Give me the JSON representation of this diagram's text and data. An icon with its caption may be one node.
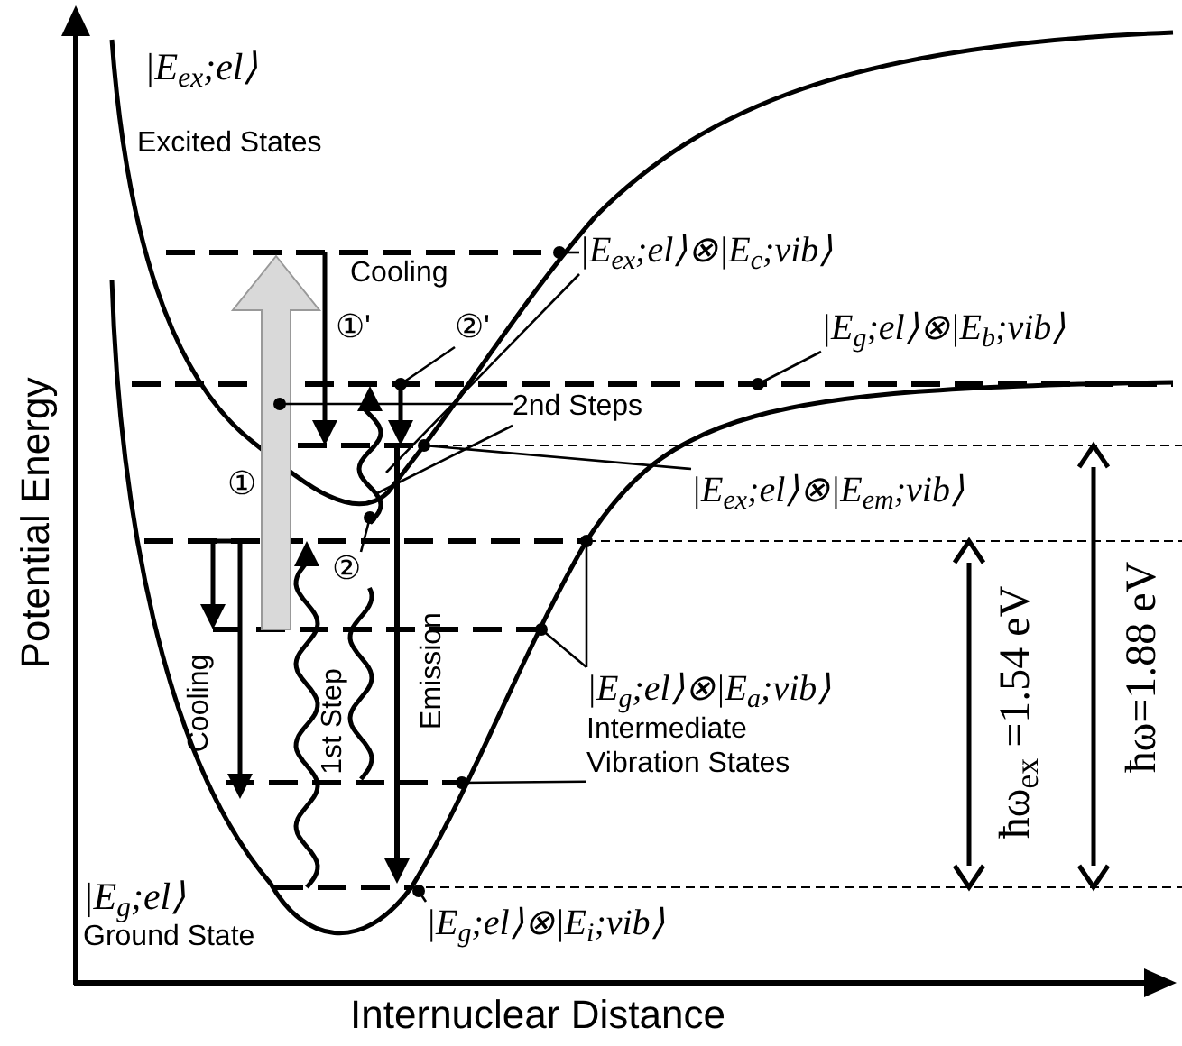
{
  "diagram": {
    "nodes": [
      {
        "text": [
          "|E$_{ex}$;el⟩⊗|E$_{c}$;vib⟩"
        ]
      },
      {
        "text": [
          "|E$_{g}$;el⟩⊗|E$_{b}$;vib⟩"
        ]
      },
      {
        "text": [
          "2nd Steps"
        ]
      },
      {
        "text": [
          "②'"
        ]
      },
      {
        "text": [
          "|E$_{ex}$;el⟩⊗|E$_{em}$;vib⟩"
        ]
      },
      {
        "text": [
          "②"
        ]
      },
      {
        "text": [
          "|E$_{g}$;el⟩⊗|E$_{a}$;vib⟩",
          "Intermediate Vibration States"
        ]
      },
      {
        "text": [
          "|E$_{g}$;el⟩⊗|E$_{i}$;vib⟩"
        ]
      }
    ],
    "edges": [
      {
        "from": 0,
        "to": null,
        "arrow": "other"
      },
      {
        "from": 0,
        "to": null,
        "arrow": "none"
      },
      {
        "from": 1,
        "to": null,
        "arrow": "other"
      },
      {
        "from": 2,
        "to": null,
        "arrow": "other"
      },
      {
        "from": 2,
        "to": null,
        "arrow": "none"
      },
      {
        "from": 3,
        "to": null,
        "arrow": "other"
      },
      {
        "from": 4,
        "to": null,
        "arrow": "other"
      },
      {
        "from": 5,
        "to": null,
        "arrow": "other"
      },
      {
        "from": 6,
        "to": null,
        "arrow": "other"
      },
      {
        "from": 6,
        "to": null,
        "arrow": "other"
      },
      {
        "from": 6,
        "to": null,
        "arrow": "other"
      },
      {
        "from": 7,
        "to": null,
        "arrow": "other"
      }
    ],
    "labels": [
      "|E$_{ex}$;el⟩",
      "Excited States",
      "Cooling",
      "①'",
      "①",
      "Cooling",
      "1st Step",
      "Emission",
      "|E$_{g}$;el⟩",
      "Ground State",
      "Potential Energy",
      "Internuclear Distance",
      "ħω$_{ex}$ =1.54 eV",
      "ħω=1.88 eV"
    ]
  }
}
